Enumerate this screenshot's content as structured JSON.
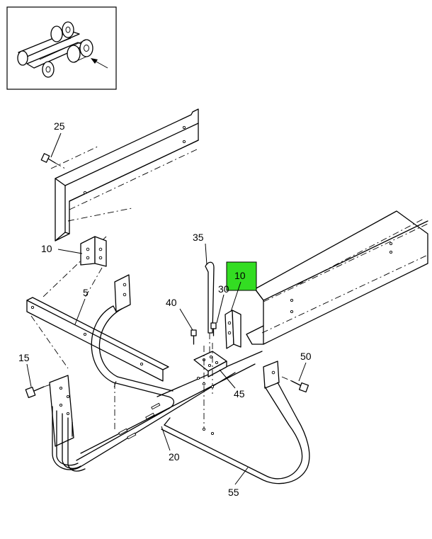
{
  "callouts": {
    "c25": "25",
    "c10a": "10",
    "c5": "5",
    "c15": "15",
    "c35": "35",
    "c10b": "10",
    "c30": "30",
    "c40": "40",
    "c50": "50",
    "c45": "45",
    "c20": "20",
    "c55": "55"
  },
  "colors": {
    "highlight": "#33dd22",
    "line": "#000000",
    "background": "#ffffff"
  }
}
